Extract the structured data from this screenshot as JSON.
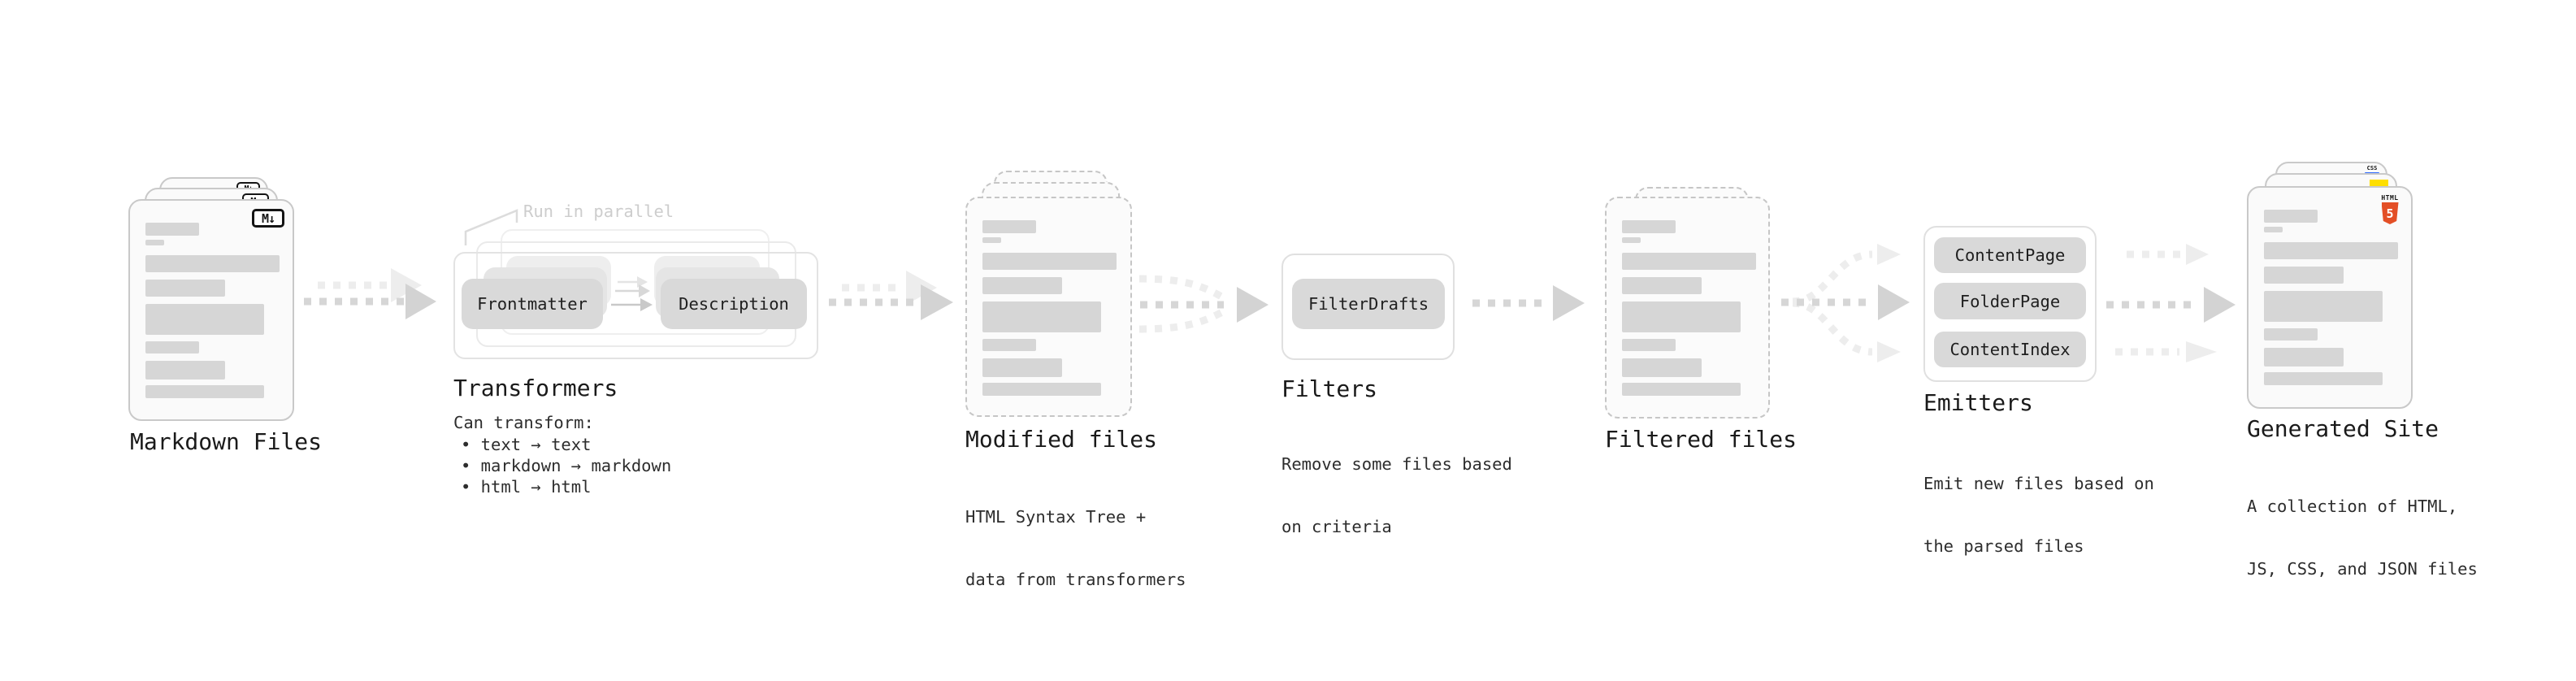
{
  "diagram": {
    "markdown_files": {
      "label": "Markdown Files",
      "badge": "M↓"
    },
    "transformers": {
      "label": "Transformers",
      "annotation": "Run in parallel",
      "pill_left": "Frontmatter",
      "pill_right": "Description",
      "note_title": "Can transform:",
      "bullets": [
        "• text → text",
        "• markdown → markdown",
        "• html → html"
      ]
    },
    "modified_files": {
      "label": "Modified files",
      "description": [
        "HTML Syntax Tree +",
        "data from transformers"
      ]
    },
    "filters": {
      "label": "Filters",
      "pill": "FilterDrafts",
      "description": [
        "Remove some files based",
        "on criteria"
      ]
    },
    "filtered_files": {
      "label": "Filtered files"
    },
    "emitters": {
      "label": "Emitters",
      "pills": [
        "ContentPage",
        "FolderPage",
        "ContentIndex"
      ],
      "description": [
        "Emit new files based on",
        "the parsed files"
      ]
    },
    "generated_site": {
      "label": "Generated Site",
      "description": [
        "A collection of HTML,",
        "JS, CSS, and JSON files"
      ],
      "css_badge": "CSS",
      "html_badge": "HTML",
      "html_badge_number": "5"
    }
  },
  "colors": {
    "accent_html5": "#e34f26",
    "accent_js": "#ffdf00",
    "accent_css": "#2f6bff",
    "arrow_dark": "#d6d6d6",
    "arrow_light": "#ededed",
    "pill_fill": "#d9d9d9",
    "doc_fill": "#fafafa",
    "doc_border": "#c9c9c9",
    "annotation_gray": "#cdcdcd"
  }
}
